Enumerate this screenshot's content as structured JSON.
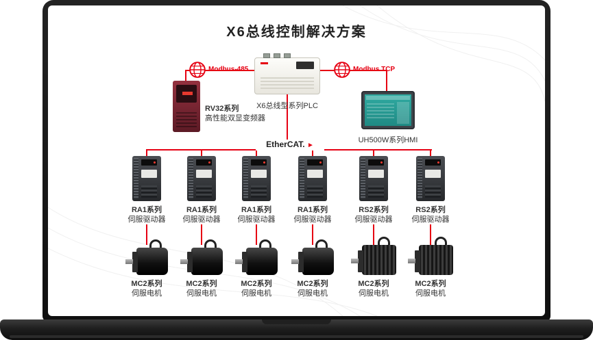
{
  "title": "X6总线控制解决方案",
  "colors": {
    "accent": "#e60012"
  },
  "plc": {
    "label": "X6总线型系列PLC"
  },
  "protocols": {
    "modbus485": "Modbus-485",
    "modbus_tcp": "Modbus TCP",
    "ethercat": "EtherCAT.",
    "ethercat_icon": "►"
  },
  "vfd": {
    "series": "RV32系列",
    "desc": "高性能双显变频器"
  },
  "hmi": {
    "label": "UH500W系列HMI"
  },
  "drives": [
    {
      "series": "RA1系列",
      "type": "伺服驱动器"
    },
    {
      "series": "RA1系列",
      "type": "伺服驱动器"
    },
    {
      "series": "RA1系列",
      "type": "伺服驱动器"
    },
    {
      "series": "RA1系列",
      "type": "伺服驱动器"
    },
    {
      "series": "RS2系列",
      "type": "伺服驱动器"
    },
    {
      "series": "RS2系列",
      "type": "伺服驱动器"
    }
  ],
  "motors": [
    {
      "series": "MC2系列",
      "type": "伺服电机"
    },
    {
      "series": "MC2系列",
      "type": "伺服电机"
    },
    {
      "series": "MC2系列",
      "type": "伺服电机"
    },
    {
      "series": "MC2系列",
      "type": "伺服电机"
    },
    {
      "series": "MC2系列",
      "type": "伺服电机"
    },
    {
      "series": "MC2系列",
      "type": "伺服电机"
    }
  ]
}
